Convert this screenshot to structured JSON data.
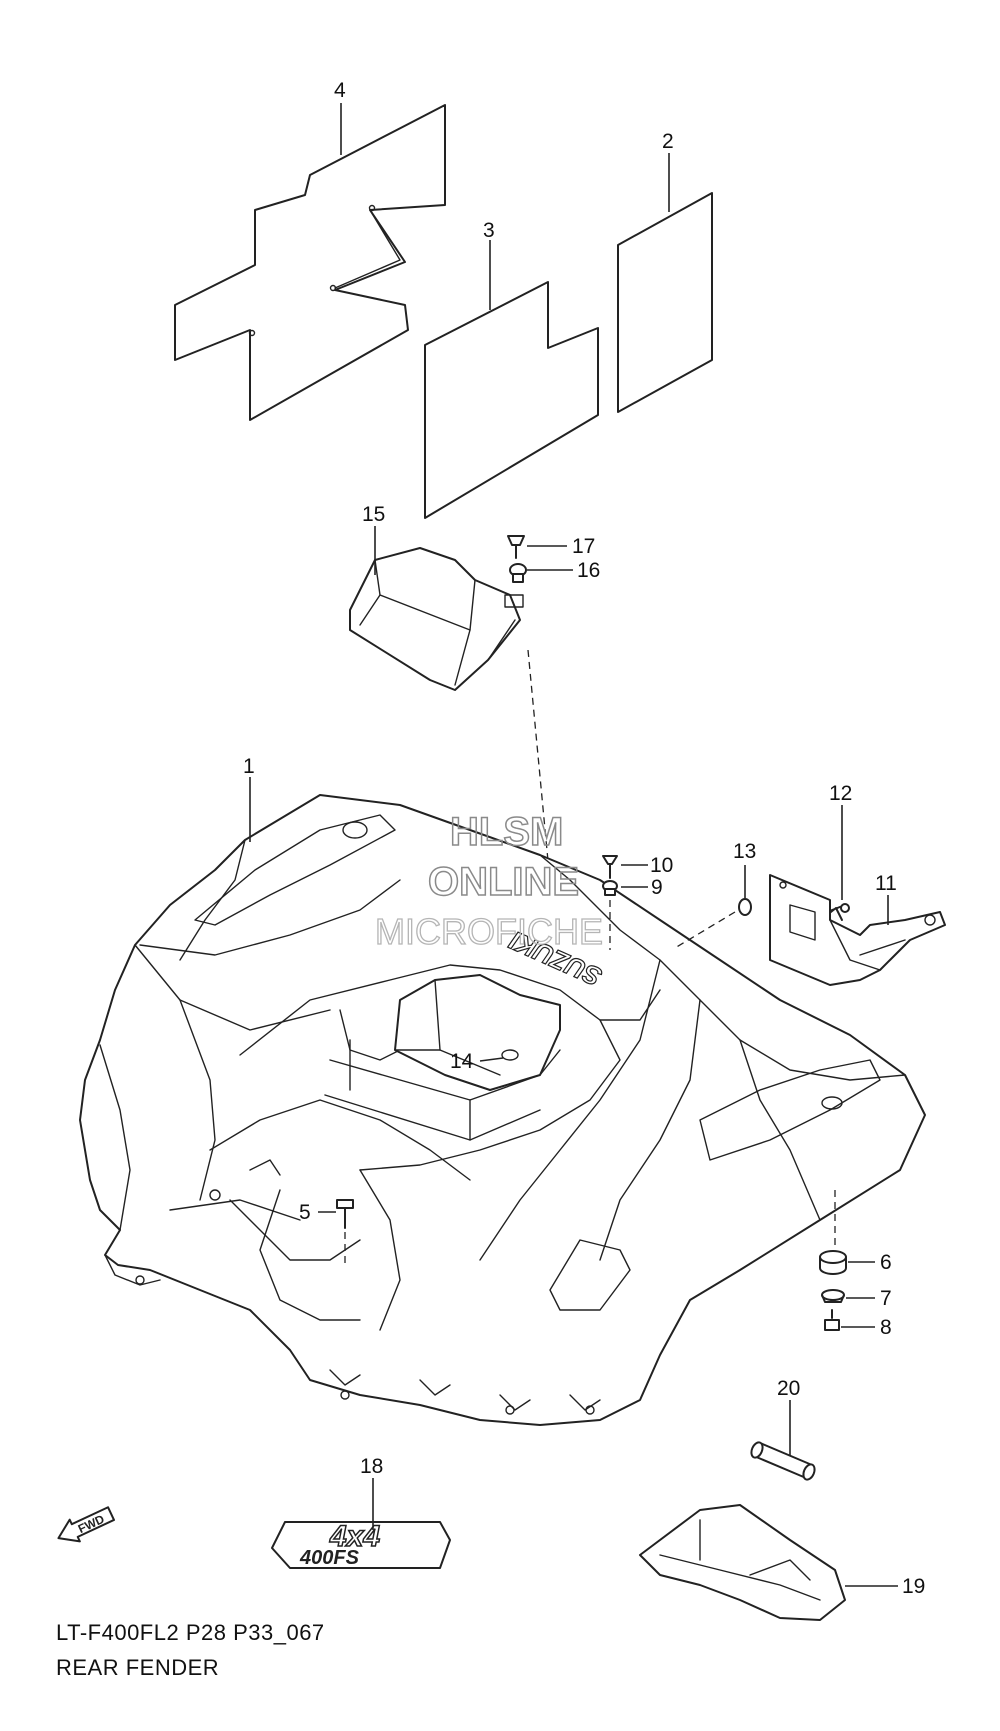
{
  "watermark": {
    "line1": "HLSM",
    "line2": "ONLINE",
    "line3": "MICROFICHE"
  },
  "callouts": {
    "c1": "1",
    "c2": "2",
    "c3": "3",
    "c4": "4",
    "c5": "5",
    "c6": "6",
    "c7": "7",
    "c8": "8",
    "c9": "9",
    "c10": "10",
    "c11": "11",
    "c12": "12",
    "c13": "13",
    "c14": "14",
    "c15": "15",
    "c16": "16",
    "c17": "17",
    "c18": "18",
    "c19": "19",
    "c20": "20"
  },
  "decal": {
    "line1": "4x4",
    "line2": "400FS"
  },
  "fender_logo": "SUZUKI",
  "fwd_label": "FWD",
  "footer": {
    "code": "LT-F400FL2 P28 P33_067",
    "title": "REAR FENDER"
  }
}
